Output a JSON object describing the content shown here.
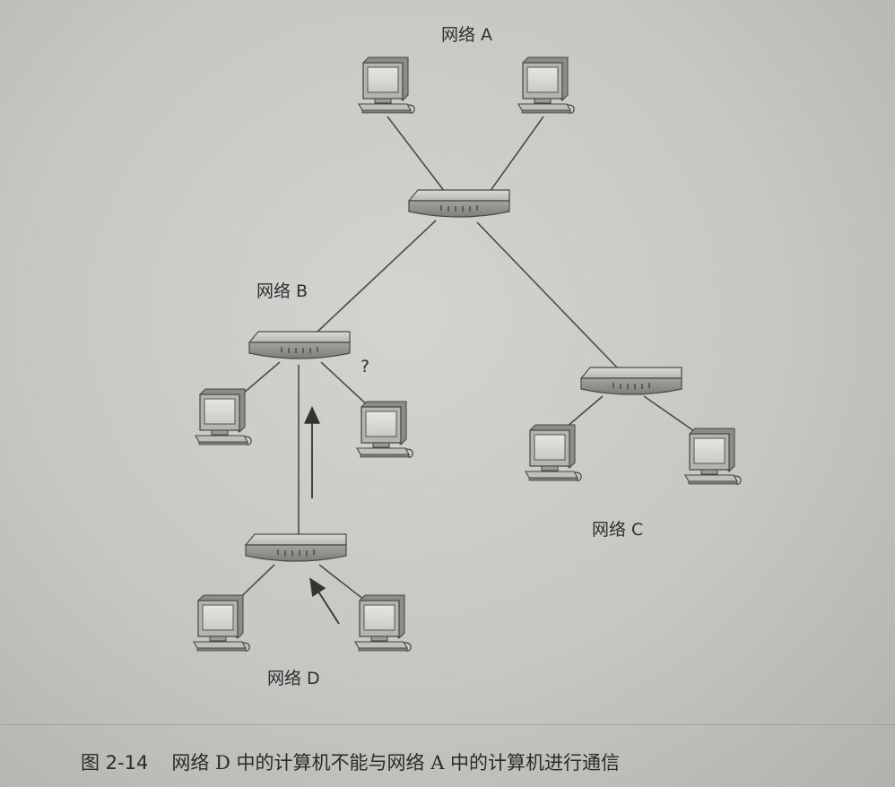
{
  "network_labels": {
    "a": "网络 A",
    "b": "网络 B",
    "c": "网络 C",
    "d": "网络 D"
  },
  "question_mark": "?",
  "caption": {
    "number": "图 2-14",
    "text": "网络 D 中的计算机不能与网络 A 中的计算机进行通信"
  }
}
